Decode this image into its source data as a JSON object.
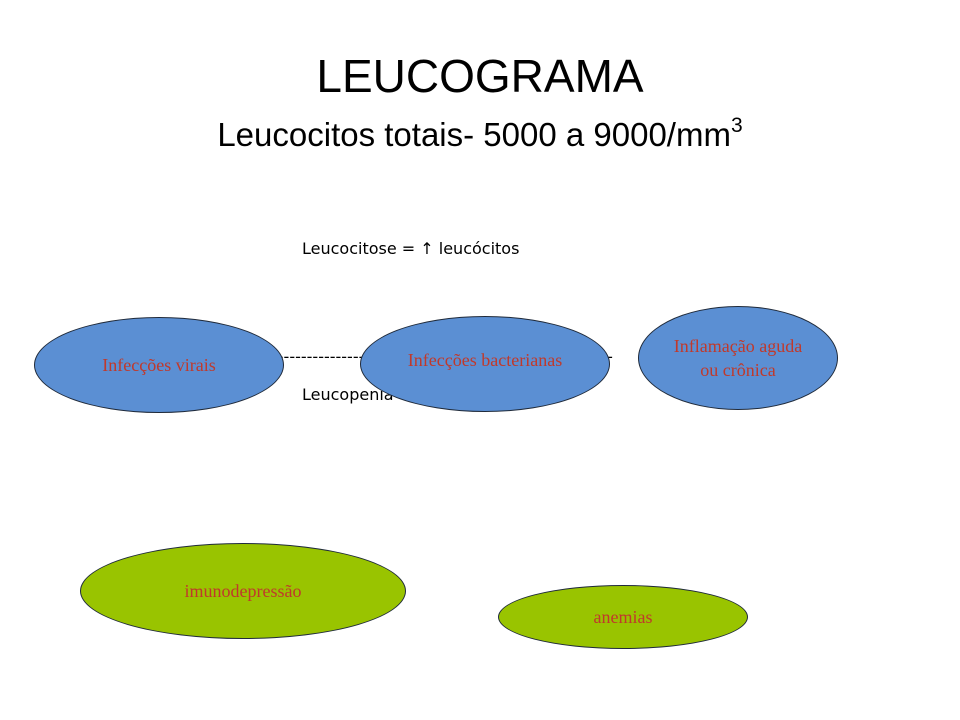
{
  "slide": {
    "title": "LEUCOGRAMA",
    "subtitle_text": "Leucocitos totais- 5000 a 9000/mm",
    "subtitle_sup": "3",
    "leucocitose": "Leucocitose =  ↑ leucócitos",
    "leucopenia": "Leucopenia = ↓ leucócitos",
    "dashes_left": "------------------------------",
    "dashes_right": "-----"
  },
  "ellipses": {
    "infeccoes_virais": "Infecções virais",
    "infeccoes_bacterianas": "Infecções bacterianas",
    "inflamacao": "Inflamação aguda\nou crônica",
    "imunodepressao": "imunodepressão",
    "anemias": "anemias"
  },
  "colors": {
    "blue_fill": "#5b8fd3",
    "green_fill": "#99c400",
    "label_red": "#c0392b"
  }
}
